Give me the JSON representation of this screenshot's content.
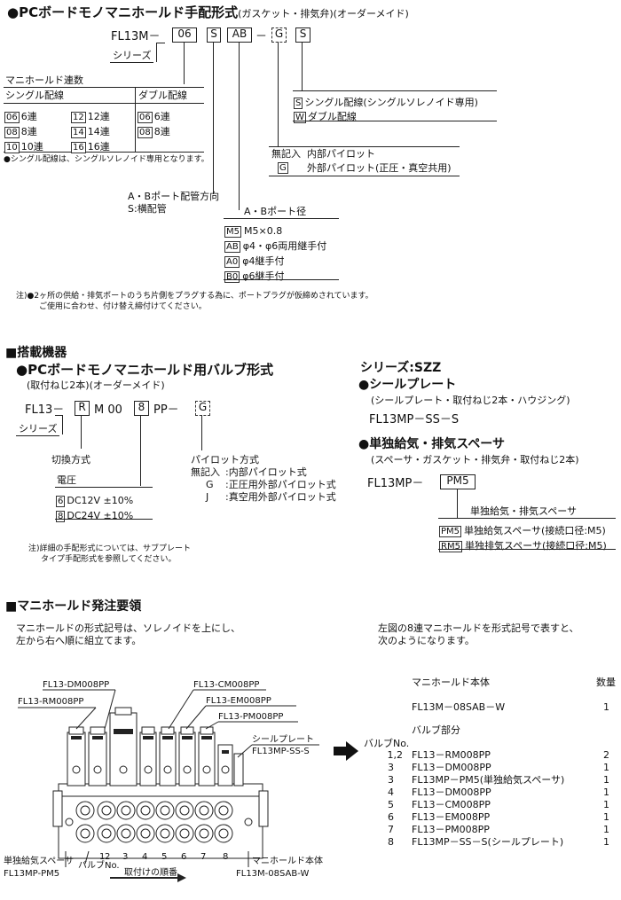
{
  "sec1": {
    "title": "●PCボードモノマニホールド手配形式",
    "title_note": "(ガスケット・排気弁)(オーダーメイド)",
    "prefix": "FL13M－",
    "code_stations": "06",
    "code_s": "S",
    "code_ab": "AB",
    "dash": "－",
    "code_g": "G",
    "code_s2": "S",
    "series": "シリーズ",
    "stations_heading": "マニホールド連数",
    "single_heading": "シングル配線",
    "double_heading": "ダブル配線",
    "single_rows": [
      {
        "c1": "06",
        "l1": "6連",
        "c2": "12",
        "l2": "12連"
      },
      {
        "c1": "08",
        "l1": "8連",
        "c2": "14",
        "l2": "14連"
      },
      {
        "c1": "10",
        "l1": "10連",
        "c2": "16",
        "l2": "16連"
      }
    ],
    "double_rows": [
      {
        "c": "06",
        "l": "6連"
      },
      {
        "c": "08",
        "l": "8連"
      }
    ],
    "single_note": "●シングル配線は、シングルソレノイド専用となります。",
    "wiring": [
      {
        "code": "S",
        "label": "シングル配線(シングルソレノイド専用)"
      },
      {
        "code": "W",
        "label": "ダブル配線"
      }
    ],
    "pilot_none": "無記入",
    "pilot_internal": "内部パイロット",
    "pilot_g_code": "G",
    "pilot_external": "外部パイロット(正圧・真空共用)",
    "ab_dir_line1": "A・Bポート配管方向",
    "ab_dir_line2": "S:横配管",
    "port_heading": "A・Bポート径",
    "ports": [
      {
        "code": "M5",
        "label": "M5×0.8"
      },
      {
        "code": "AB",
        "label": "φ4・φ6両用継手付"
      },
      {
        "code": "A0",
        "label": "φ4継手付"
      },
      {
        "code": "B0",
        "label": "φ6継手付"
      }
    ],
    "note_line1": "注)●2ヶ所の供給・排気ポートのうち片側をプラグする為に、ポートプラグが仮締めされています。",
    "note_line2": "ご使用に合わせ、付け替え締付けてください。"
  },
  "sec2": {
    "heading": "■搭載機器",
    "valve_title": "●PCボードモノマニホールド用バルブ形式",
    "valve_note": "(取付ねじ2本)(オーダーメイド)",
    "prefix": "FL13－",
    "code_r": "R",
    "mid": "M 00",
    "code_8": "8",
    "pp": "PP－",
    "code_g": "G",
    "series": "シリーズ",
    "switch_method": "切換方式",
    "voltage": "電圧",
    "voltages": [
      {
        "code": "6",
        "label": "DC12V ±10%"
      },
      {
        "code": "8",
        "label": "DC24V ±10%"
      }
    ],
    "pilot_heading": "パイロット方式",
    "pilot_rows": [
      {
        "a": "無記入",
        "b": ":内部パイロット式"
      },
      {
        "a": "G",
        "b": ":正圧用外部パイロット式"
      },
      {
        "a": "J",
        "b": ":真空用外部パイロット式"
      }
    ],
    "note_line1": "注)詳細の手配形式については、サブプレート",
    "note_line2": "タイプ手配形式を参照してください。",
    "szz_title": "シリーズ:SZZ",
    "seal_title": "●シールプレート",
    "seal_note": "(シールプレート・取付ねじ2本・ハウジング)",
    "seal_code": "FL13MP－SS－S",
    "spacer_title": "●単独給気・排気スペーサ",
    "spacer_note": "(スペーサ・ガスケット・排気弁・取付ねじ2本)",
    "spacer_prefix": "FL13MP－",
    "spacer_code": "PM5",
    "spacer_label": "単独給気・排気スペーサ",
    "spacer_rows": [
      {
        "code": "PM5",
        "label": "単独給気スペーサ(接続口径:M5)"
      },
      {
        "code": "RM5",
        "label": "単独排気スペーサ(接続口径:M5)"
      }
    ]
  },
  "sec3": {
    "heading": "■マニホールド発注要領",
    "intro_line1": "マニホールドの形式記号は、ソレノイドを上にし、",
    "intro_line2": "左から右へ順に組立てます。",
    "right_line1": "左図の8連マニホールドを形式記号で表すと、",
    "right_line2": "次のようになります。",
    "labels": {
      "dm": "FL13-DM008PP",
      "rm": "FL13-RM008PP",
      "cm": "FL13-CM008PP",
      "em": "FL13-EM008PP",
      "pm": "FL13-PM008PP",
      "seal": "シールプレート",
      "seal_code": "FL13MP-SS-S",
      "spacer": "単独給気スペーサ",
      "spacer_code": "FL13MP-PM5",
      "valve_no": "バルブNo.",
      "body": "マニホールド本体",
      "body_code": "FL13M-08SAB-W",
      "order": "取付けの順番"
    },
    "station_numbers": [
      "1",
      "2",
      "3",
      "4",
      "5",
      "6",
      "7",
      "8"
    ],
    "body_heading": "マニホールド本体",
    "qty_heading": "数量",
    "body_code": "FL13M－08SAB－W",
    "body_qty": "1",
    "valve_part": "バルブ部分",
    "valve_no_heading": "バルブNo.",
    "valve_rows": [
      {
        "no": "1,2",
        "code": "FL13－RM008PP",
        "qty": "2"
      },
      {
        "no": "3",
        "code": "FL13－DM008PP",
        "qty": "1"
      },
      {
        "no": "3",
        "code": "FL13MP－PM5(単独給気スペーサ)",
        "qty": "1"
      },
      {
        "no": "4",
        "code": "FL13－DM008PP",
        "qty": "1"
      },
      {
        "no": "5",
        "code": "FL13－CM008PP",
        "qty": "1"
      },
      {
        "no": "6",
        "code": "FL13－EM008PP",
        "qty": "1"
      },
      {
        "no": "7",
        "code": "FL13－PM008PP",
        "qty": "1"
      },
      {
        "no": "8",
        "code": "FL13MP－SS－S(シールプレート)",
        "qty": "1"
      }
    ]
  }
}
